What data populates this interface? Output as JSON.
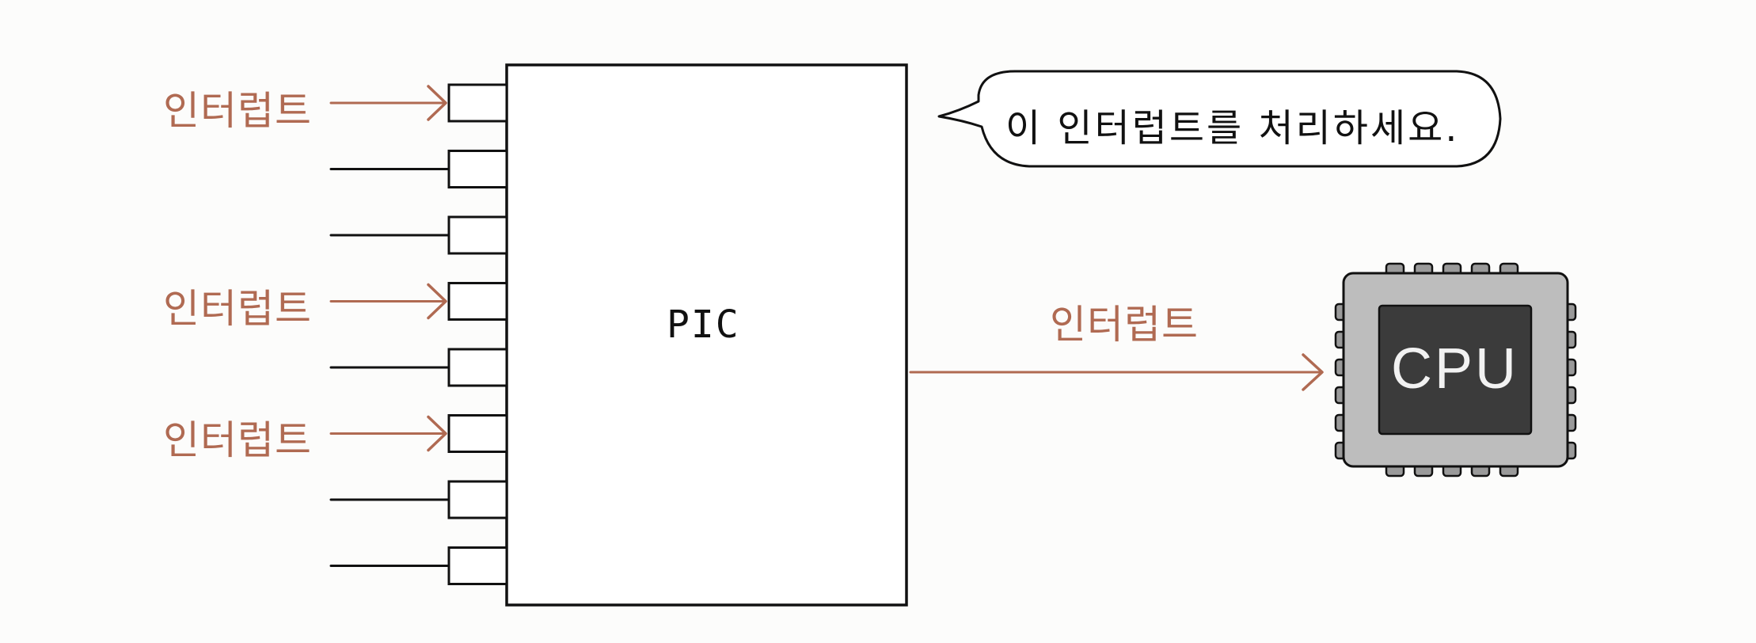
{
  "inputs": [
    {
      "label": "인터럽트",
      "active": true
    },
    {
      "label": "",
      "active": false
    },
    {
      "label": "",
      "active": false
    },
    {
      "label": "인터럽트",
      "active": true
    },
    {
      "label": "",
      "active": false
    },
    {
      "label": "인터럽트",
      "active": true
    },
    {
      "label": "",
      "active": false
    },
    {
      "label": "",
      "active": false
    }
  ],
  "pic": {
    "label": "PIC"
  },
  "output": {
    "label": "인터럽트"
  },
  "cpu": {
    "label": "CPU"
  },
  "bubble": {
    "text": "이 인터럽트를 처리하세요."
  },
  "colors": {
    "interrupt": "#b06a52",
    "line": "#111111",
    "cpu_body": "#bdbdbd",
    "cpu_core": "#3b3b3b",
    "cpu_pin": "#9a9a9a"
  }
}
